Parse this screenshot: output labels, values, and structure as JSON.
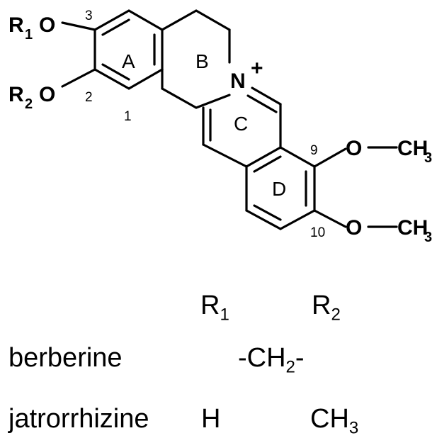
{
  "structure": {
    "substituent_r1": {
      "r": "R",
      "sub": "1",
      "atom": "O"
    },
    "substituent_r2": {
      "r": "R",
      "sub": "2",
      "atom": "O"
    },
    "ring_labels": [
      "A",
      "B",
      "C",
      "D"
    ],
    "position_numbers": {
      "p3": "3",
      "p2": "2",
      "p1": "1",
      "p9": "9",
      "p10": "10"
    },
    "nitrogen": {
      "atom": "N",
      "charge": "+"
    },
    "methoxy_9": {
      "o": "O",
      "c": "CH",
      "sub": "3"
    },
    "methoxy_10": {
      "o": "O",
      "c": "CH",
      "sub": "3"
    }
  },
  "table": {
    "header": {
      "r1": "R",
      "r1_sub": "1",
      "r2": "R",
      "r2_sub": "2"
    },
    "rows": [
      {
        "name": "berberine",
        "shared_pre": "-CH",
        "shared_sub": "2",
        "shared_post": "-"
      },
      {
        "name": "jatrorrhizine",
        "r1": "H",
        "r2_main": "CH",
        "r2_sub": "3"
      }
    ]
  }
}
